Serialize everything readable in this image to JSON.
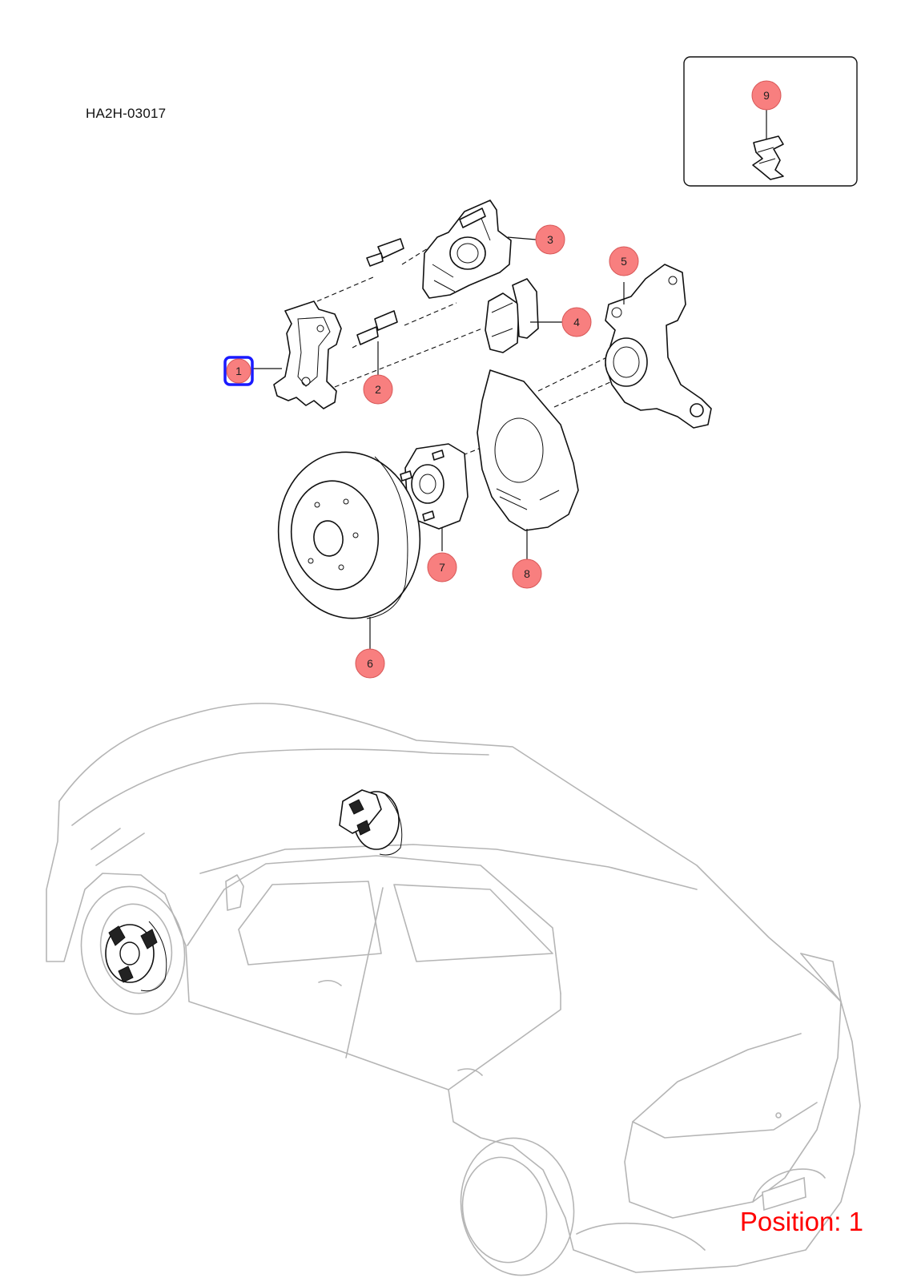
{
  "diagram_code": "HA2H-03017",
  "position_label": "Position: 1",
  "selected_callout": "1",
  "callouts": [
    {
      "id": "1",
      "label": "1"
    },
    {
      "id": "2",
      "label": "2"
    },
    {
      "id": "3",
      "label": "3"
    },
    {
      "id": "4",
      "label": "4"
    },
    {
      "id": "5",
      "label": "5"
    },
    {
      "id": "6",
      "label": "6"
    },
    {
      "id": "7",
      "label": "7"
    },
    {
      "id": "8",
      "label": "8"
    },
    {
      "id": "9",
      "label": "9"
    }
  ],
  "colors": {
    "callout_fill": "#f87f7f",
    "selection_outline": "#1a1aff",
    "position_text": "#ff0000",
    "car_outline": "#b5b5b5"
  }
}
